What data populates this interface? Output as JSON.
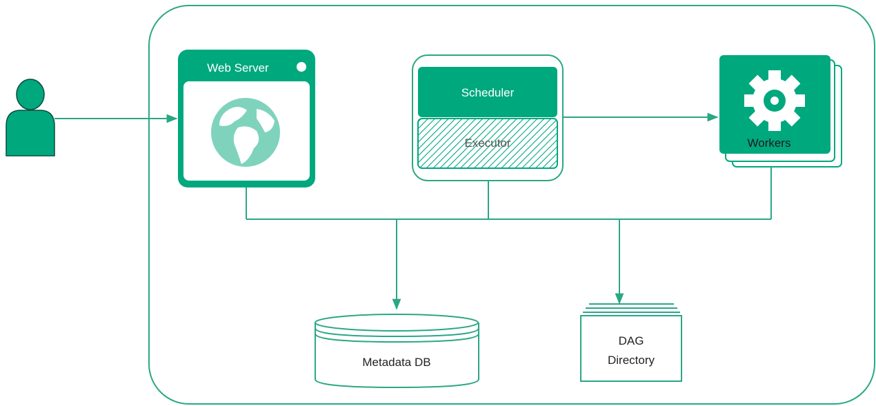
{
  "colors": {
    "accent": "#00a87e",
    "accent_light": "#7fd3bd",
    "line": "#2aa784",
    "text": "#222222"
  },
  "nodes": {
    "user": {
      "icon": "user-icon"
    },
    "web_server": {
      "label": "Web Server",
      "icon": "globe-icon"
    },
    "scheduler": {
      "label": "Scheduler"
    },
    "executor": {
      "label": "Executor"
    },
    "workers": {
      "label": "Workers",
      "icon": "gear-icon"
    },
    "metadata_db": {
      "label": "Metadata DB",
      "icon": "database-icon"
    },
    "dag_directory": {
      "line1": "DAG",
      "line2": "Directory",
      "icon": "folder-stack-icon"
    }
  },
  "edges": [
    {
      "from": "user",
      "to": "web_server"
    },
    {
      "from": "scheduler",
      "to": "workers"
    },
    {
      "from": "web_server",
      "to": "metadata_db"
    },
    {
      "from": "scheduler",
      "to": "metadata_db"
    },
    {
      "from": "workers",
      "to": "metadata_db"
    },
    {
      "from": "web_server",
      "to": "dag_directory"
    },
    {
      "from": "scheduler",
      "to": "dag_directory"
    },
    {
      "from": "workers",
      "to": "dag_directory"
    }
  ]
}
